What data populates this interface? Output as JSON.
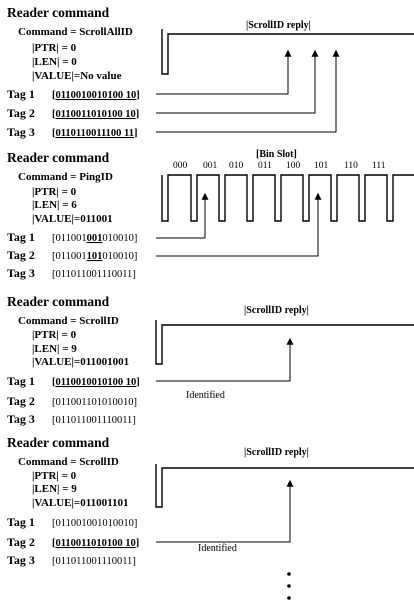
{
  "panels": [
    {
      "heading": "Reader command",
      "command": "Command = ScrollAllID",
      "ptr": "|PTR| = 0",
      "len": "|LEN| = 0",
      "value": "|VALUE|=No value",
      "reply_label": "|ScrollID reply|",
      "tags": [
        {
          "label": "Tag 1",
          "pre": "[",
          "b1": "",
          "u": "0110010010100 10",
          "b2": "",
          "post": "]"
        },
        {
          "label": "Tag 2",
          "pre": "[",
          "b1": "",
          "u": "0110011010100 10",
          "b2": "",
          "post": "]"
        },
        {
          "label": "Tag 3",
          "pre": "[",
          "b1": "",
          "u": "0110110011100 11",
          "b2": "",
          "post": "]"
        }
      ]
    },
    {
      "heading": "Reader command",
      "command": "Command = PingID",
      "ptr": "|PTR| = 0",
      "len": "|LEN| = 6",
      "value": "|VALUE|=011001",
      "reply_label": "[Bin Slot]",
      "slots": [
        "000",
        "001",
        "010",
        "011",
        "100",
        "101",
        "110",
        "111"
      ],
      "tags": [
        {
          "label": "Tag 1",
          "pre": "[",
          "b1": "011001",
          "u": "001",
          "b2": "010010",
          "post": "]"
        },
        {
          "label": "Tag 2",
          "pre": "[",
          "b1": "011001",
          "u": "101",
          "b2": "010010",
          "post": "]"
        },
        {
          "label": "Tag 3",
          "pre": "[",
          "b1": "",
          "u": "",
          "b2": "011011001110011",
          "post": "]"
        }
      ]
    },
    {
      "heading": "Reader command",
      "command": "Command = ScrollID",
      "ptr": "|PTR| = 0",
      "len": "|LEN| = 9",
      "value": "|VALUE|=011001001",
      "reply_label": "|ScrollID reply|",
      "identified": "Identified",
      "tags": [
        {
          "label": "Tag 1",
          "pre": "[",
          "b1": "",
          "u": "0110010010100 10",
          "b2": "",
          "post": "]"
        },
        {
          "label": "Tag 2",
          "pre": "[",
          "b1": "",
          "u": "",
          "b2": "011001101010010",
          "post": "]"
        },
        {
          "label": "Tag 3",
          "pre": "[",
          "b1": "",
          "u": "",
          "b2": "011011001110011",
          "post": "]"
        }
      ]
    },
    {
      "heading": "Reader command",
      "command": "Command = ScrollID",
      "ptr": "|PTR| = 0",
      "len": "|LEN| = 9",
      "value": "|VALUE|=011001101",
      "reply_label": "|ScrollID reply|",
      "identified": "Identified",
      "tags": [
        {
          "label": "Tag 1",
          "pre": "[",
          "b1": "",
          "u": "",
          "b2": "011001001010010",
          "post": "]"
        },
        {
          "label": "Tag 2",
          "pre": "[",
          "b1": "",
          "u": "0110011010100 10",
          "b2": "",
          "post": "]"
        },
        {
          "label": "Tag 3",
          "pre": "[",
          "b1": "",
          "u": "",
          "b2": "011011001110011",
          "post": "]"
        }
      ]
    }
  ]
}
